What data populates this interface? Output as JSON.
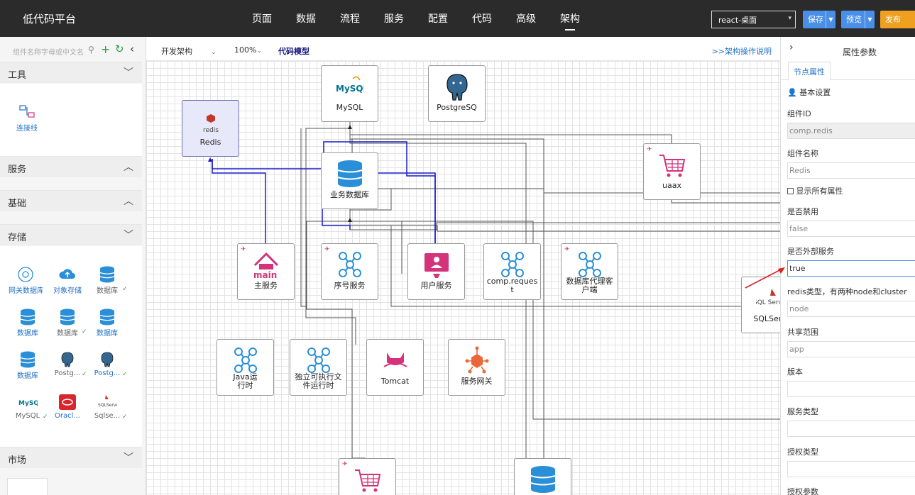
{
  "topbar": {
    "brand": "低代码平台",
    "nav": [
      "页面",
      "数据",
      "流程",
      "服务",
      "配置",
      "代码",
      "高级",
      "架构"
    ],
    "active_nav": "架构",
    "project": "react-桌面",
    "save": "保存",
    "preview": "预览",
    "publish": "发布"
  },
  "left": {
    "search_placeholder": "组件名称字母或中文名",
    "sections": {
      "tools": "工具",
      "service": "服务",
      "basic": "基础",
      "storage": "存储",
      "market": "市场"
    },
    "tool_items": [
      "连接线"
    ],
    "storage_items": [
      "网关数据库",
      "对象存储",
      "数据库",
      "数据库",
      "数据库",
      "数据库",
      "数据库",
      "Postg...",
      "Postg...",
      "MySQL",
      "Oracl...",
      "Sqlse..."
    ]
  },
  "toolbar": {
    "view": "开发架构",
    "zoom": "100%",
    "mode": "代码模型",
    "help": ">>架构操作说明"
  },
  "nodes": {
    "mysql": "MySQL",
    "postgres": "PostgreSQ",
    "redis": "Redis",
    "bizdb": "业务数据库",
    "uaax": "uaax",
    "main": "主服务",
    "seq": "序号服务",
    "user": "用户服务",
    "comp": "comp.request",
    "proxy": "数据库代理客户端",
    "java": "Java运行时",
    "exec": "独立可执行文件运行时",
    "tomcat": "Tomcat",
    "gateway": "服务网关",
    "sqlserver": "SQLServ",
    "mysql_logo": "MySQL",
    "redis_logo": "redis",
    "main_logo": "main",
    "sqlserver_logo": "SQL Serv"
  },
  "right": {
    "title": "属性参数",
    "tab": "节点属性",
    "section": "基本设置",
    "fields": {
      "id_label": "组件ID",
      "id_value": "comp.redis",
      "name_label": "组件名称",
      "name_value": "Redis",
      "show_all": "显示所有属性",
      "disabled_label": "是否禁用",
      "disabled_value": "false",
      "external_label": "是否外部服务",
      "external_value": "true",
      "redis_type_label": "redis类型，有两种node和cluster",
      "redis_type_value": "node",
      "scope_label": "共享范围",
      "scope_value": "app",
      "version_label": "版本",
      "service_type_label": "服务类型",
      "auth_type_label": "授权类型",
      "auth_param_label": "授权参数"
    }
  },
  "colors": {
    "accent_blue": "#4a8fe7",
    "publish_orange": "#f0a020",
    "wire_blue": "#1a1acc",
    "icon_pink": "#d4337a",
    "icon_blue": "#2a8fd6"
  }
}
